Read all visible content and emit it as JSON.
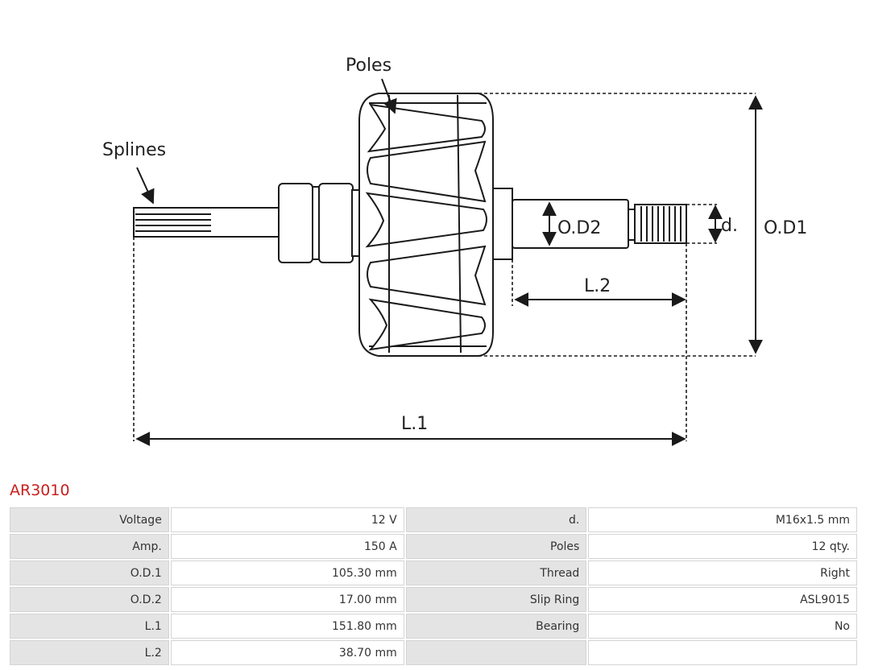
{
  "diagram": {
    "labels": {
      "splines": "Splines",
      "poles": "Poles",
      "od1": "O.D1",
      "od2": "O.D2",
      "d": "d.",
      "l1": "L.1",
      "l2": "L.2"
    }
  },
  "part_number": "AR3010",
  "specs": {
    "rows": [
      {
        "k1": "Voltage",
        "v1": "12 V",
        "k2": "d.",
        "v2": "M16x1.5 mm"
      },
      {
        "k1": "Amp.",
        "v1": "150 A",
        "k2": "Poles",
        "v2": "12 qty."
      },
      {
        "k1": "O.D.1",
        "v1": "105.30 mm",
        "k2": "Thread",
        "v2": "Right"
      },
      {
        "k1": "O.D.2",
        "v1": "17.00 mm",
        "k2": "Slip Ring",
        "v2": "ASL9015"
      },
      {
        "k1": "L.1",
        "v1": "151.80 mm",
        "k2": "Bearing",
        "v2": "No"
      },
      {
        "k1": "L.2",
        "v1": "38.70 mm",
        "k2": "",
        "v2": ""
      }
    ]
  }
}
